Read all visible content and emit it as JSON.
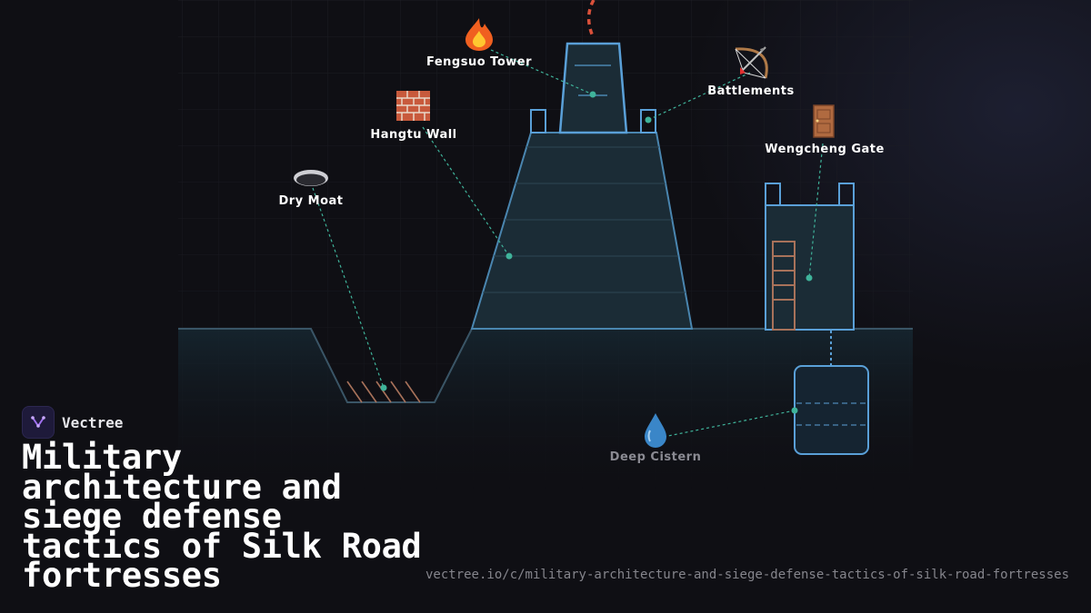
{
  "title": "Military architecture and siege defense tactics of Silk Road fortresses",
  "brand": {
    "name": "Vectree",
    "logo_icon": "vectree-logo-icon"
  },
  "url": "vectree.io/c/military-architecture-and-siege-defense-tactics-of-silk-road-fortresses",
  "colors": {
    "background": "#0f0f14",
    "structure_stroke": "#5aa0d8",
    "structure_fill": "#1b2c36",
    "leader_line": "#3fb39a",
    "ladder": "#a8725a",
    "signal_smoke": "#d9503a"
  },
  "labels": {
    "fengsuo_tower": {
      "text": "Fengsuo Tower",
      "icon": "fire-icon"
    },
    "battlements": {
      "text": "Battlements",
      "icon": "bow-and-arrow-icon"
    },
    "hangtu_wall": {
      "text": "Hangtu Wall",
      "icon": "brick-icon"
    },
    "wengcheng_gate": {
      "text": "Wengcheng Gate",
      "icon": "door-icon"
    },
    "dry_moat": {
      "text": "Dry Moat",
      "icon": "hole-icon"
    },
    "deep_cistern": {
      "text": "Deep Cistern",
      "icon": "droplet-icon"
    }
  }
}
